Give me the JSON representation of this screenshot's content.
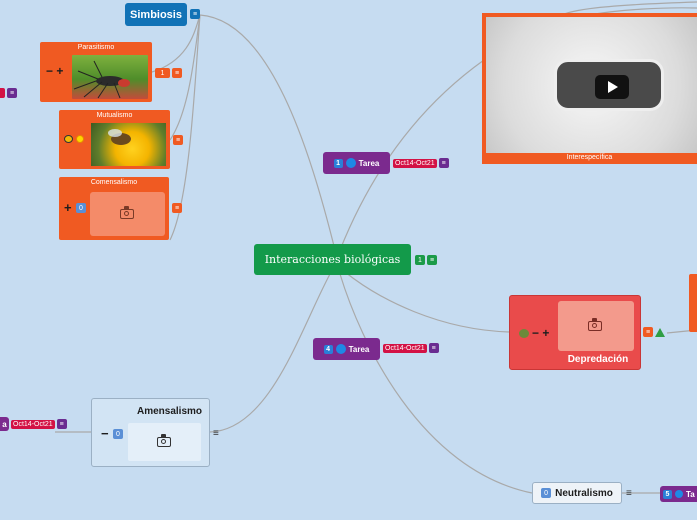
{
  "central": {
    "label": "Interacciones biológicas",
    "comment_count": "1"
  },
  "simbiosis": {
    "label": "Simbiosis"
  },
  "parasitismo": {
    "label": "Parasitismo",
    "symbol": "− +",
    "comment_count": "1"
  },
  "mutualismo": {
    "label": "Mutualismo"
  },
  "comensalismo": {
    "label": "Comensalismo",
    "symbol": "+",
    "badge": "0"
  },
  "interespecifica": {
    "label": "Interespecífica"
  },
  "depredacion": {
    "label": "Depredación",
    "symbol": "− +"
  },
  "amensalismo": {
    "label": "Amensalismo",
    "symbol": "−",
    "badge": "0"
  },
  "neutralismo": {
    "label": "Neutralismo",
    "badge": "0"
  },
  "tareas": {
    "upper": {
      "num": "1",
      "label": "Tarea",
      "dates": "Oct14-Oct21"
    },
    "lower": {
      "num": "4",
      "label": "Tarea",
      "dates": "Oct14-Oct21"
    },
    "left_bottom": {
      "label": "a",
      "dates": "Oct14-Oct21"
    },
    "right_bottom": {
      "num": "5",
      "label": "Ta"
    }
  },
  "colors": {
    "background": "#c6dcf1",
    "central": "#139a4a",
    "orange": "#f05a22",
    "purple": "#7b2a8e",
    "blue": "#1172b6",
    "red": "#e94b4b"
  }
}
